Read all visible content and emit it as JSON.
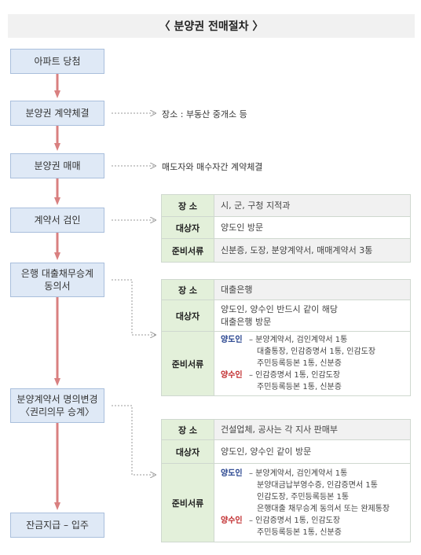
{
  "title": "〈 분양권 전매절차 〉",
  "steps": [
    "아파트 당첨",
    "분양권 계약체결",
    "분양권 매매",
    "계약서 검인",
    "은행 대출채무승계\n동의서",
    "분양계약서 명의변경\n〈권리의무 승계〉",
    "잔금지급 – 입주"
  ],
  "notes": {
    "contract": "장소 : 부동산 중개소 등",
    "trade": "매도자와 매수자간 계약체결"
  },
  "tables": {
    "inspection": {
      "place_label": "장 소",
      "place": "시, 군, 구청 지적과",
      "target_label": "대상자",
      "target": "양도인 방문",
      "docs_label": "준비서류",
      "docs": "신분증, 도장, 분양계약서, 매매계약서 3통"
    },
    "bank": {
      "place_label": "장 소",
      "place": "대출은행",
      "target_label": "대상자",
      "target_line1": "양도인, 양수인 반드시 같이 해당",
      "target_line2": "대출은행 방문",
      "docs_label": "준비서류",
      "seller_label": "양도인",
      "seller_lines": [
        "– 분양계약서, 검인계약서 1통",
        "대출통장, 인감증명서 1통, 인감도장",
        "주민등록등본 1통, 신분증"
      ],
      "buyer_label": "양수인",
      "buyer_lines": [
        "– 인감증명서 1통, 인감도장",
        "주민등록등본 1통, 신분증"
      ]
    },
    "transfer": {
      "place_label": "장 소",
      "place": "건설업체, 공사는 각 지사 판매부",
      "target_label": "대상자",
      "target": "양도인, 양수인 같이 방문",
      "docs_label": "준비서류",
      "seller_label": "양도인",
      "seller_lines": [
        "– 분양계약서, 검인계약서 1통",
        "분양대금납부영수증, 인감증면서 1통",
        "인감도장, 주민등록등본 1통",
        "은행대출 채무승계 동의서 또는 완제통장"
      ],
      "buyer_label": "양수인",
      "buyer_lines": [
        "– 인감증명서 1통, 인감도장",
        "주민등록등본 1통, 신분증"
      ]
    }
  },
  "colors": {
    "step_fill": "#dfe9f6",
    "step_border": "#a9bfdc",
    "arrow": "#d98080",
    "label_fill": "#e3f0da",
    "value_fill": "#f1f1f1",
    "seller": "#1f3d8a",
    "buyer": "#c0282a"
  }
}
